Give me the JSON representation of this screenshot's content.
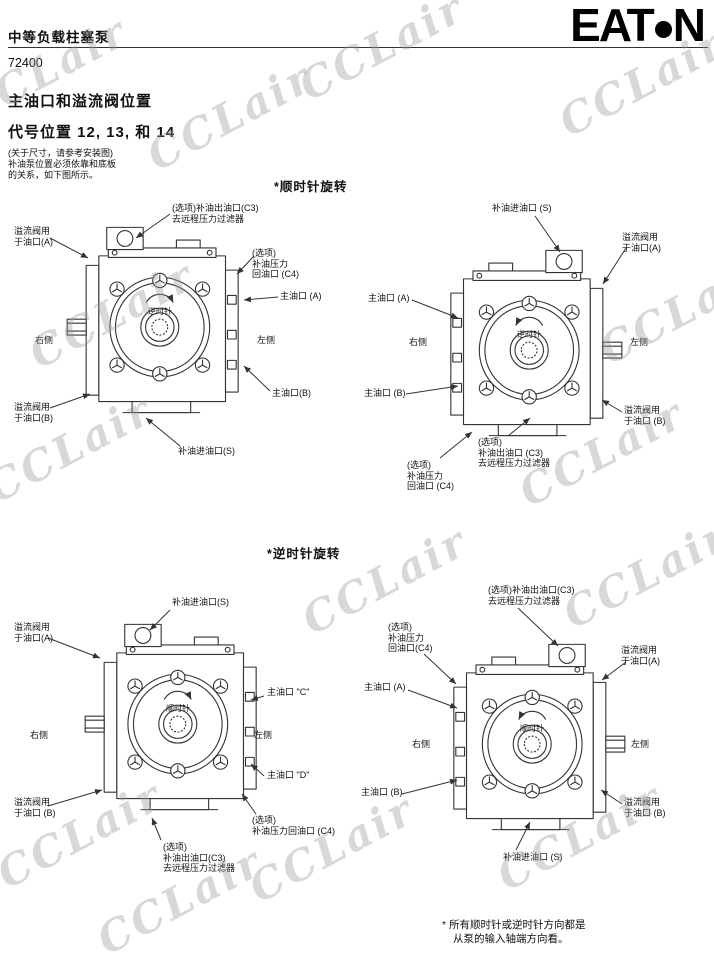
{
  "watermark": "CCLair",
  "header": {
    "title": "中等负载柱塞泵",
    "model": "72400",
    "logo_left": "EAT",
    "logo_right": "N"
  },
  "intro": {
    "section_title": "主油口和溢流阀位置",
    "subtitle": "代号位置 12, 13, 和 14",
    "note1": "(关于尺寸，请参考安装图)",
    "note2": "补油泵位置必须依靠和底板",
    "note3": "的关系，如下图所示。"
  },
  "sections": {
    "cw": "*顺时针旋转",
    "ccw": "*逆时针旋转"
  },
  "footnote": {
    "line1": "* 所有顺时针或逆时针方向都是",
    "line2": "从泵的输入轴端方向看。"
  },
  "diagrams": {
    "cw_left": {
      "rotation": "逆时针",
      "labels": {
        "relief_a": "溢流阀用\n于油口(A)",
        "c3": "(选项)补油出油口(C3)\n去远程压力过滤器",
        "c4": "(选项)\n补油压力\n回油口 (C4)",
        "main_a": "主油口 (A)",
        "right_side": "右侧",
        "left_side": "左侧",
        "main_b": "主油口(B)",
        "relief_b": "溢流阀用\n于油口(B)",
        "inlet_s": "补油进油口(S)"
      }
    },
    "cw_right": {
      "rotation": "逆时针",
      "labels": {
        "inlet_s": "补油进油口 (S)",
        "relief_a": "溢流阀用\n于油口(A)",
        "main_a": "主油口 (A)",
        "right_side": "右侧",
        "left_side": "左侧",
        "main_b": "主油口 (B)",
        "relief_b": "溢流阀用\n于油口 (B)",
        "c3": "(选项)\n补油出油口 (C3)\n去远程压力过滤器",
        "c4": "(选项)\n补油压力\n回油口 (C4)"
      }
    },
    "ccw_left": {
      "rotation": "顺时针",
      "labels": {
        "inlet_s": "补油进油口(S)",
        "relief_a": "溢流阀用\n于油口(A)",
        "right_side": "右侧",
        "left_side": "左侧",
        "main_c": "主油口 \"C\"",
        "main_d": "主油口 \"D\"",
        "relief_b": "溢流阀用\n于油口 (B)",
        "c3": "(选项)\n补油出油口(C3)\n去远程压力过滤器",
        "c4": "(选项)\n补油压力回油口 (C4)"
      }
    },
    "ccw_right": {
      "rotation": "顺时针",
      "labels": {
        "c3": "(选项)补油出油口(C3)\n去远程压力过滤器",
        "c4": "(选项)\n补油压力\n回油口(C4)",
        "relief_a": "溢流阀用\n于油口(A)",
        "main_a": "主油口 (A)",
        "right_side": "右侧",
        "left_side": "左侧",
        "main_b": "主油口 (B)",
        "relief_b": "溢流阀用\n于油口 (B)",
        "inlet_s": "补油进油口 (S)"
      }
    }
  }
}
